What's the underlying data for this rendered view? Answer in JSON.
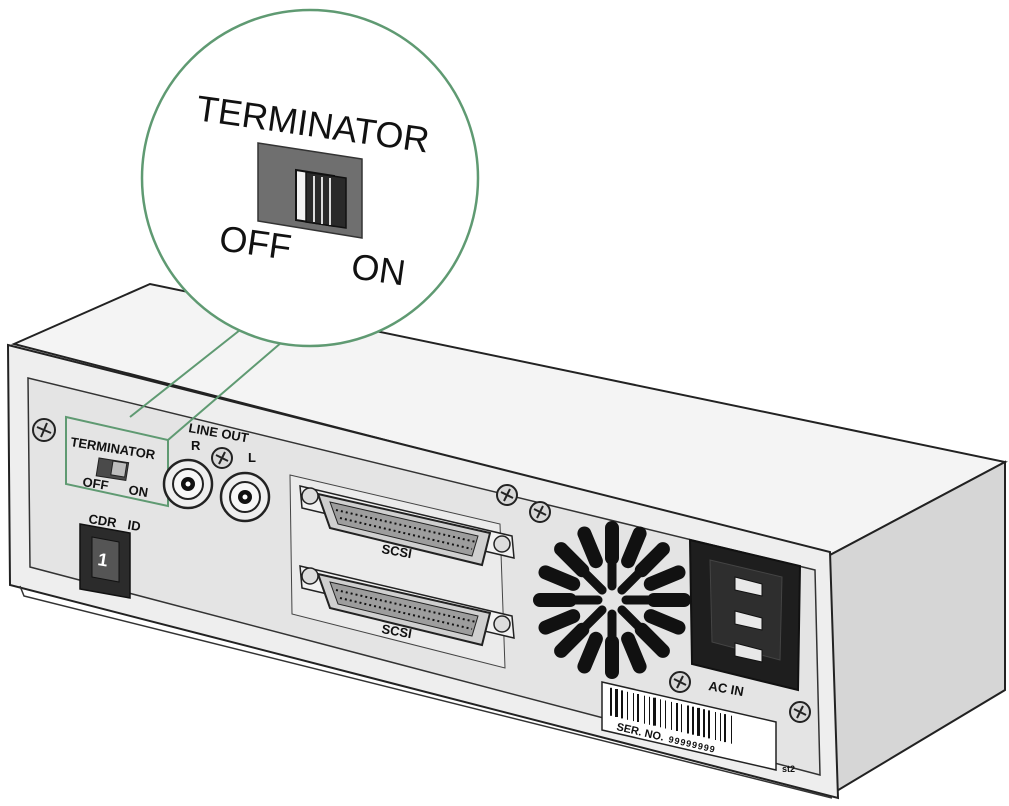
{
  "callout": {
    "title": "TERMINATOR",
    "off_label": "OFF",
    "on_label": "ON"
  },
  "panel": {
    "terminator_label": "TERMINATOR",
    "off_label": "OFF",
    "on_label": "ON",
    "line_out_label": "LINE OUT",
    "right_label": "R",
    "left_label": "L",
    "cdr_label": "CDR",
    "id_label": "ID",
    "id_value": "1",
    "scsi_upper_label": "SCSI",
    "scsi_lower_label": "SCSI",
    "ac_in_label": "AC IN",
    "serial_label": "SER. NO.",
    "serial_value": "99999999",
    "tag": "st2"
  },
  "colors": {
    "panel": "#e7e7e7",
    "panel_dark": "#bdbdbd",
    "callout_outline": "#5f9a72",
    "ink": "#111111"
  }
}
